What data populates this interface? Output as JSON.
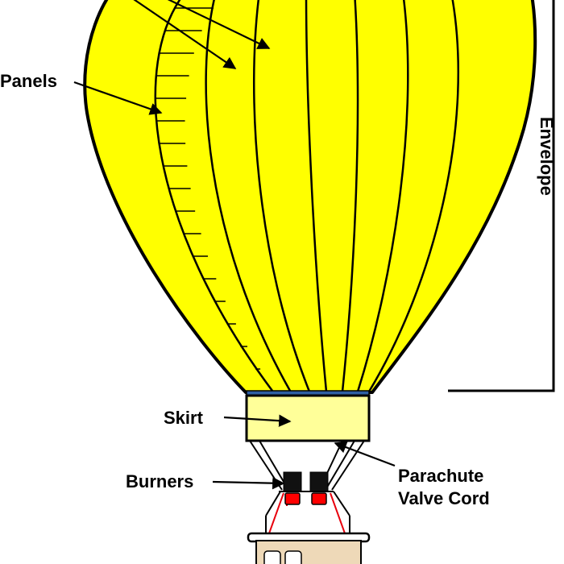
{
  "labels": {
    "panels": "Panels",
    "envelope": "Envelope",
    "skirt": "Skirt",
    "burners": "Burners",
    "parachute_line1": "Parachute",
    "parachute_line2": "Valve Cord"
  },
  "colors": {
    "envelope_fill": "#ffff00",
    "skirt_fill": "#ffff99",
    "skirt_band": "#2e5fa3",
    "outline": "#000000",
    "burner_body": "#111111",
    "burner_flame": "#ff0000",
    "basket_fill": "#eed9b8",
    "rigging_red": "#e8000d"
  }
}
